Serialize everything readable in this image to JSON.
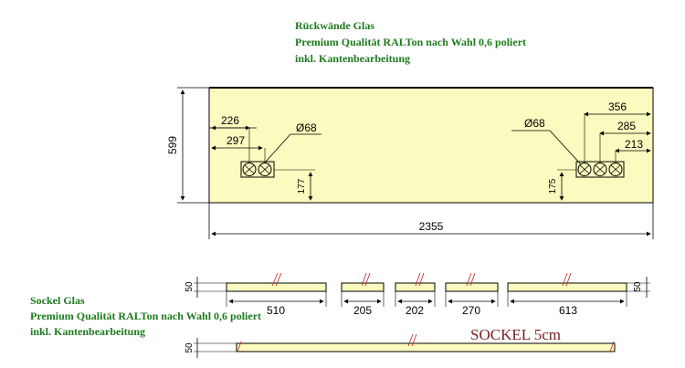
{
  "back_panel_note": {
    "line1": "Rückwände Glas",
    "line2": "Premium Qualität RALTon nach Wahl 0,6 poliert",
    "line3": "inkl. Kantenbearbeitung"
  },
  "sockel_note": {
    "line1": "Sockel Glas",
    "line2": "Premium Qualität RALTon nach Wahl 0,6 poliert",
    "line3": "inkl. Kantenbearbeitung"
  },
  "back_panel": {
    "width": "2355",
    "height": "599",
    "left_hole": {
      "diameter": "Ø68",
      "dim_a": "226",
      "dim_b": "297",
      "dim_c": "177"
    },
    "right_hole": {
      "diameter": "Ø68",
      "dim_a": "356",
      "dim_b": "285",
      "dim_c": "213",
      "dim_d": "175"
    }
  },
  "sockel_pieces": [
    {
      "length": "510",
      "height": "50"
    },
    {
      "length": "205"
    },
    {
      "length": "202"
    },
    {
      "length": "270"
    },
    {
      "length": "613",
      "height": "50"
    }
  ],
  "sockel_long": {
    "height": "50"
  },
  "sockel_label": "SOCKEL 5cm",
  "colors": {
    "panel_fill": "#fbfbbf",
    "note_text": "#1e7a1e",
    "sockel_label": "#7a1f1f"
  }
}
